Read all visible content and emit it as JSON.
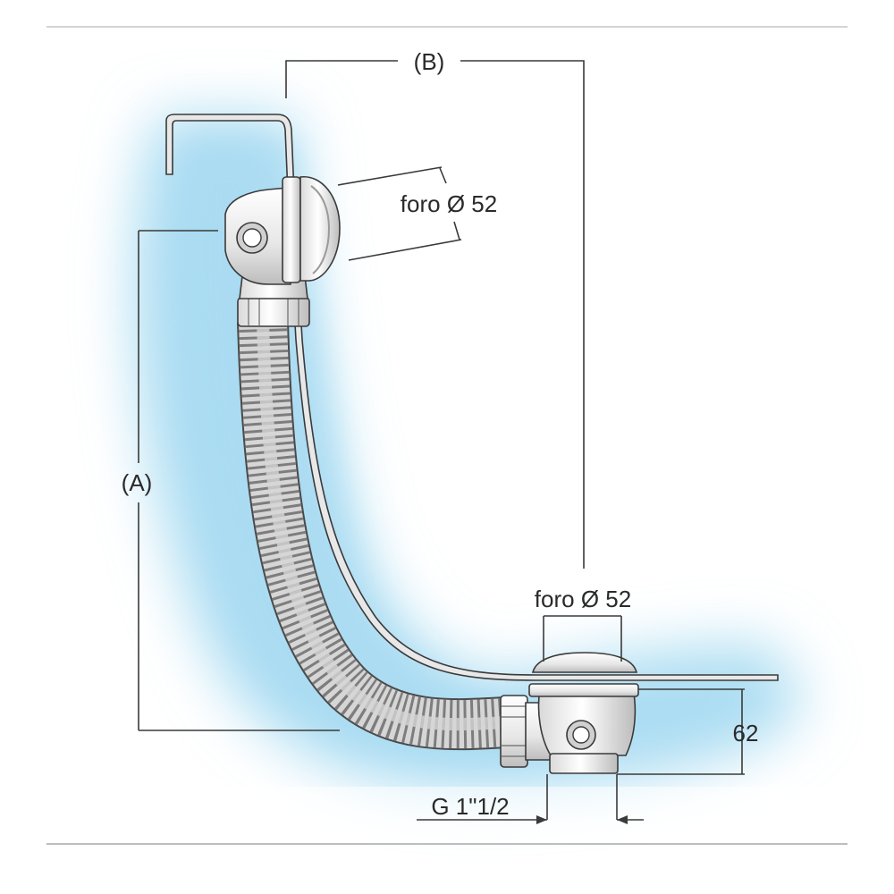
{
  "labels": {
    "dim_a": "(A)",
    "dim_b": "(B)",
    "overflow_hole": "foro Ø 52",
    "drain_hole": "foro Ø 52",
    "height": "62",
    "thread": "G 1\"1/2"
  },
  "colors": {
    "background": "#ffffff",
    "glow": "#8fd0ee",
    "line": "#3a3a3a",
    "metal_light": "#f4f4f4",
    "metal_mid": "#cfcfcf",
    "metal_dark": "#8a8a8a",
    "hose": "#bdbdbd",
    "rule": "#c8c8c8"
  },
  "icons": {
    "overflow": "overflow-fitting-icon",
    "drain": "drain-fitting-icon",
    "hose": "corrugated-hose-icon"
  }
}
